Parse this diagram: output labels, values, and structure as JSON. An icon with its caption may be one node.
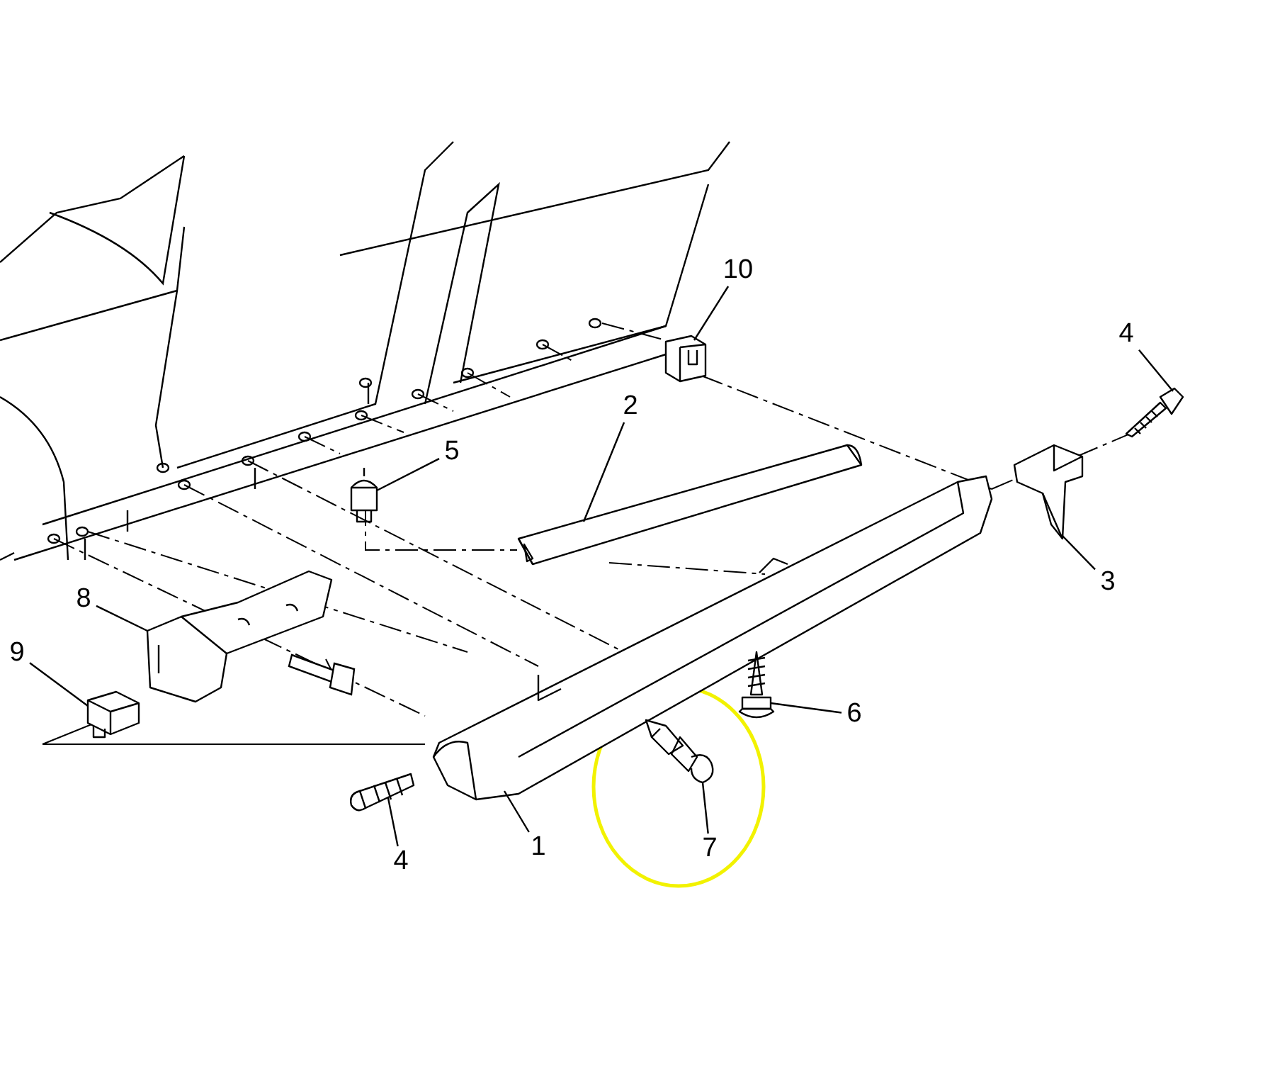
{
  "diagram": {
    "nodes": [
      {
        "text": [
          "10"
        ]
      },
      {
        "text": [],
        "shape": "picture"
      },
      {
        "text": [
          "4"
        ]
      },
      {
        "text": [],
        "shape": "picture"
      },
      {
        "text": [
          "2"
        ]
      },
      {
        "text": [],
        "shape": "picture"
      },
      {
        "text": [
          "5"
        ]
      },
      {
        "text": [],
        "shape": "picture"
      },
      {
        "text": [
          "8"
        ]
      },
      {
        "text": [],
        "shape": "picture"
      },
      {
        "text": [
          "9"
        ]
      },
      {
        "text": [],
        "shape": "picture"
      },
      {
        "text": [
          "3"
        ]
      },
      {
        "text": [],
        "shape": "picture"
      },
      {
        "text": [
          "6"
        ]
      },
      {
        "text": [],
        "shape": "picture"
      },
      {
        "text": [
          "7"
        ]
      },
      {
        "text": [],
        "shape": "picture"
      },
      {
        "text": [
          "4"
        ]
      },
      {
        "text": [],
        "shape": "picture"
      },
      {
        "text": [
          "1"
        ]
      },
      {
        "text": [],
        "shape": "picture"
      }
    ],
    "edges": [
      {
        "from": 0,
        "to": 1,
        "arrow": "none"
      },
      {
        "from": 2,
        "to": 3,
        "arrow": "none"
      },
      {
        "from": 4,
        "to": 5,
        "arrow": "none"
      },
      {
        "from": 6,
        "to": 7,
        "arrow": "none"
      },
      {
        "from": 8,
        "to": 9,
        "arrow": "none"
      },
      {
        "from": 10,
        "to": 11,
        "arrow": "none"
      },
      {
        "from": 12,
        "to": 13,
        "arrow": "none"
      },
      {
        "from": 14,
        "to": 15,
        "arrow": "none"
      },
      {
        "from": 16,
        "to": 17,
        "arrow": "none"
      },
      {
        "from": 18,
        "to": 19,
        "arrow": "none"
      },
      {
        "from": 20,
        "to": 21,
        "arrow": "none"
      }
    ]
  }
}
